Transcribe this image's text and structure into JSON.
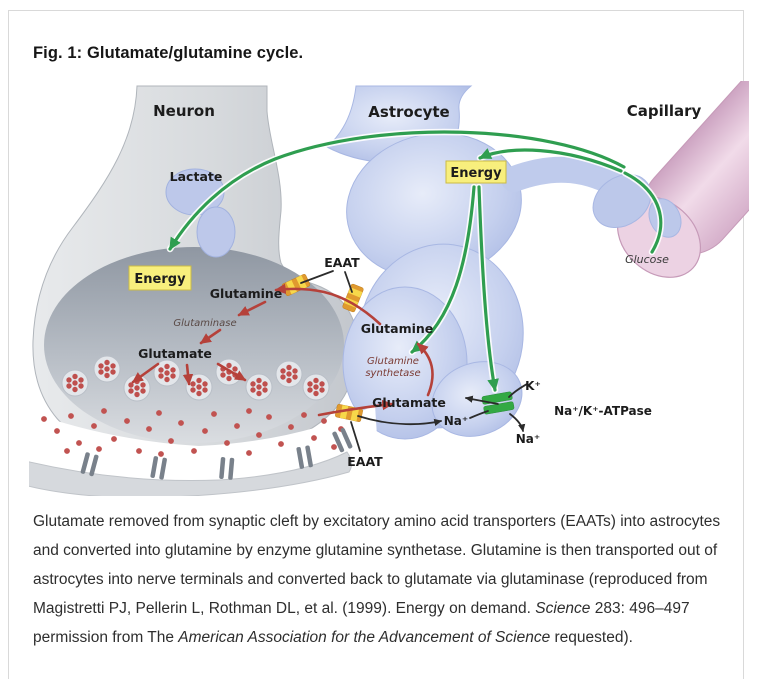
{
  "figure": {
    "title": "Fig. 1: Glutamate/glutamine cycle."
  },
  "diagram": {
    "regions": {
      "neuron": "Neuron",
      "astrocyte": "Astrocyte",
      "capillary": "Capillary"
    },
    "labels": {
      "lactate": "Lactate",
      "energy_neuron": "Energy",
      "energy_astrocyte": "Energy",
      "glutamine_neuron": "Glutamine",
      "glutaminase": "Glutaminase",
      "glutamate_neuron": "Glutamate",
      "eaat_top": "EAAT",
      "eaat_bottom": "EAAT",
      "glutamine_astrocyte": "Glutamine",
      "glutamine_synthetase_l1": "Glutamine",
      "glutamine_synthetase_l2": "synthetase",
      "glutamate_astrocyte": "Glutamate",
      "na_cleft": "Na⁺",
      "k_top": "K⁺",
      "atpase": "Na⁺/K⁺-ATPase",
      "na_bottom": "Na⁺",
      "glucose": "Glucose"
    },
    "colors": {
      "neuron_fill": "#d9dbdf",
      "neuron_dome": "#8f97a2",
      "astrocyte_fill": "#c5d0ee",
      "capillary_fill": "#e8cadd",
      "green_arrow": "#2f9e50",
      "red_arrow": "#b5413a",
      "black_line": "#2b2b2b",
      "energy_bg": "#f8ef7d",
      "transporter_gold": "#e09a2f",
      "transporter_stripe": "#f7d84a",
      "pump_green": "#33a944",
      "vesicle_dot": "#bf4f4d"
    }
  },
  "caption": {
    "segments": [
      {
        "italic": false,
        "text": "Glutamate removed from synaptic cleft by excitatory amino acid transporters (EAATs) into astrocytes and converted into glutamine by enzyme glutamine synthetase. Glutamine is then transported out of astrocytes into nerve terminals and converted back to glutamate via glutaminase (reproduced from Magistretti PJ, Pellerin L, Rothman DL, et al. (1999). Energy on demand. "
      },
      {
        "italic": true,
        "text": "Science"
      },
      {
        "italic": false,
        "text": " 283: 496–497 permission from The "
      },
      {
        "italic": true,
        "text": "American Association for the Advancement of Science"
      },
      {
        "italic": false,
        "text": " requested)."
      }
    ]
  }
}
